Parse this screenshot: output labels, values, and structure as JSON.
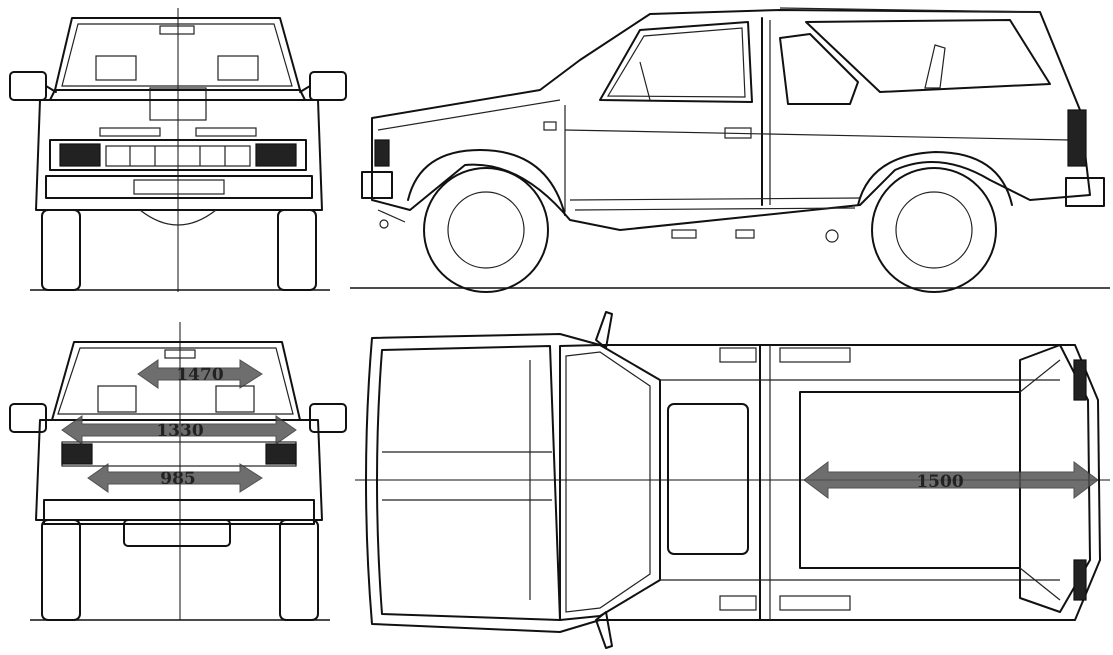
{
  "dimensions": {
    "rear_upper": "1470",
    "rear_middle": "1330",
    "rear_lower": "985",
    "cargo_length": "1500"
  },
  "colors": {
    "line": "#111111",
    "arrow": "#555555",
    "background": "#ffffff"
  }
}
